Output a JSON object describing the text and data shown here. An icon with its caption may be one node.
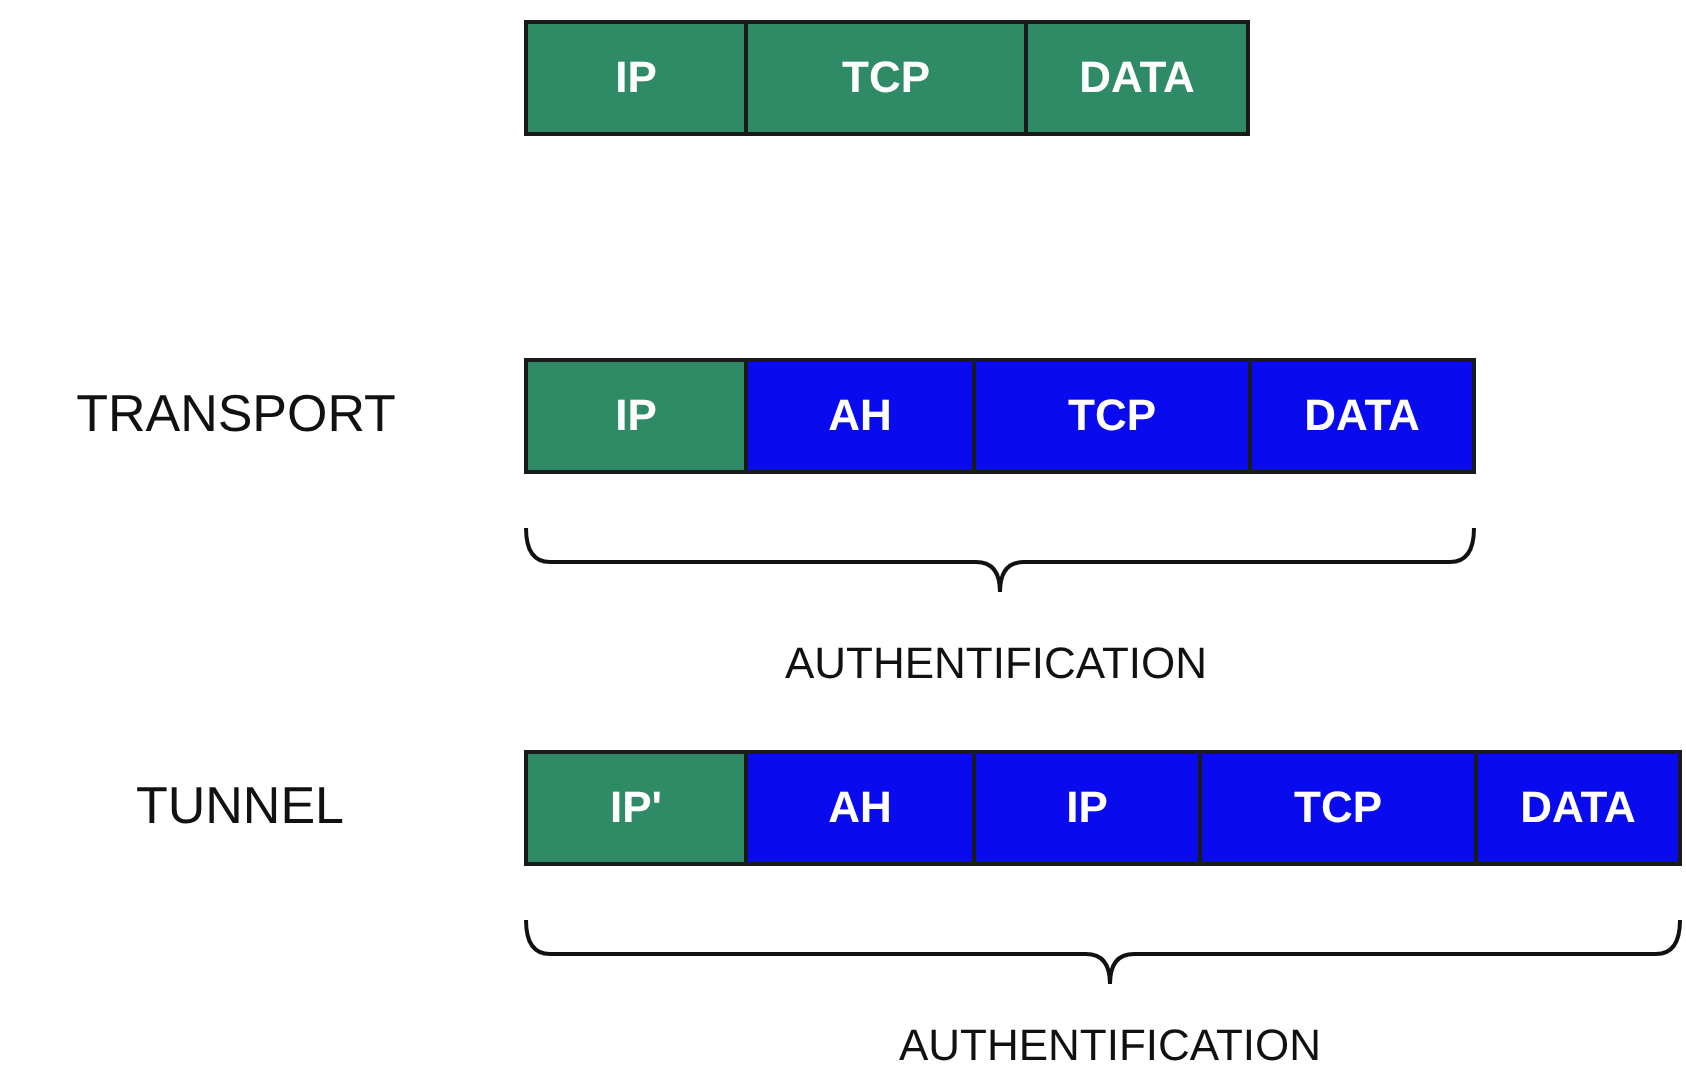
{
  "diagram": {
    "nodes": [
      {
        "text": [
          "IP"
        ]
      },
      {
        "text": [
          "TCP"
        ]
      },
      {
        "text": [
          "DATA"
        ]
      },
      {
        "text": [
          "IP"
        ]
      },
      {
        "text": [
          "AH"
        ]
      },
      {
        "text": [
          "TCP"
        ]
      },
      {
        "text": [
          "DATA"
        ]
      },
      {
        "text": [
          "IP'"
        ]
      },
      {
        "text": [
          "AH"
        ]
      },
      {
        "text": [
          "IP"
        ]
      },
      {
        "text": [
          "TCP"
        ]
      },
      {
        "text": [
          "DATA"
        ]
      }
    ],
    "edges": [],
    "labels": [
      "TRANSPORT",
      "AUTHENTIFICATION",
      "TUNNEL",
      "AUTHENTIFICATION"
    ]
  }
}
